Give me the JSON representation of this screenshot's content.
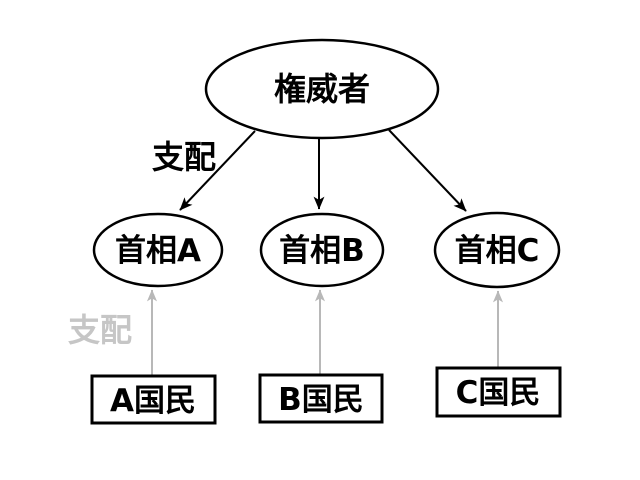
{
  "diagram": {
    "type": "hierarchy-diagram",
    "background": "#ffffff",
    "colors": {
      "line": "#000000",
      "gray_line": "#b8b8b8",
      "gray_label": "#c6c6c6"
    },
    "nodes": {
      "authority": {
        "label": "権威者",
        "shape": "ellipse"
      },
      "pm_a": {
        "label": "首相A",
        "shape": "ellipse"
      },
      "pm_b": {
        "label": "首相B",
        "shape": "ellipse"
      },
      "pm_c": {
        "label": "首相C",
        "shape": "ellipse"
      },
      "citizens_a": {
        "label": "A国民",
        "shape": "rect"
      },
      "citizens_b": {
        "label": "B国民",
        "shape": "rect"
      },
      "citizens_c": {
        "label": "C国民",
        "shape": "rect"
      }
    },
    "edge_labels": {
      "rule_top": "支配",
      "rule_bottom": "支配"
    },
    "edges": [
      {
        "from": "authority",
        "to": "pm_a",
        "style": "black-arrow",
        "label": "支配"
      },
      {
        "from": "authority",
        "to": "pm_b",
        "style": "black-arrow",
        "label": ""
      },
      {
        "from": "authority",
        "to": "pm_c",
        "style": "black-arrow",
        "label": ""
      },
      {
        "from": "citizens_a",
        "to": "pm_a",
        "style": "gray-arrow",
        "label": "支配"
      },
      {
        "from": "citizens_b",
        "to": "pm_b",
        "style": "gray-arrow",
        "label": ""
      },
      {
        "from": "citizens_c",
        "to": "pm_c",
        "style": "gray-arrow",
        "label": ""
      }
    ]
  }
}
